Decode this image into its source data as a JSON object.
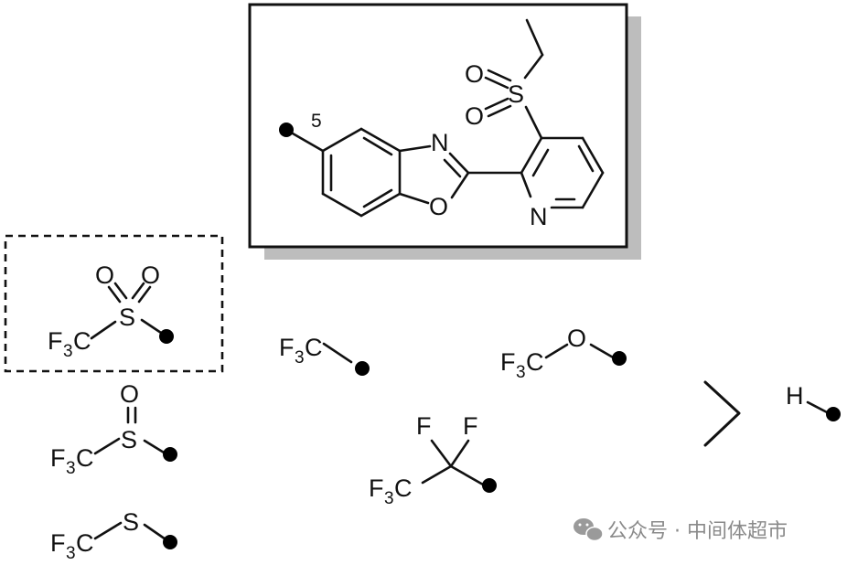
{
  "core": {
    "position_label": "5",
    "atoms": {
      "n_oxazole": "N",
      "o_oxazole": "O",
      "n_pyridine": "N",
      "sulfur": "S",
      "oxygen_a": "O",
      "oxygen_b": "O"
    }
  },
  "substituents": {
    "sulfonyl": {
      "f": "F",
      "sub": "3",
      "c": "C",
      "s": "S",
      "o1": "O",
      "o2": "O"
    },
    "sulfinyl": {
      "f": "F",
      "sub": "3",
      "c": "C",
      "s": "S",
      "o": "O"
    },
    "thio": {
      "f": "F",
      "sub": "3",
      "c": "C",
      "s": "S"
    },
    "trifluoromethyl": {
      "f": "F",
      "sub": "3",
      "c": "C"
    },
    "trifluoromethoxy": {
      "f": "F",
      "sub": "3",
      "c": "C",
      "o": "O"
    },
    "pentafluoroethyl": {
      "f": "F",
      "sub": "3",
      "c": "C",
      "f1": "F",
      "f2": "F"
    },
    "hydrogen": {
      "h": "H"
    }
  },
  "watermark": {
    "text": "公众号 · 中间体超市"
  },
  "icons": {
    "watermark": "wechat-icon",
    "comparison": "greater-than-icon"
  },
  "colors": {
    "ink": "#111111",
    "shadow": "#bdbdbd",
    "watermark": "#8a8a8a"
  }
}
